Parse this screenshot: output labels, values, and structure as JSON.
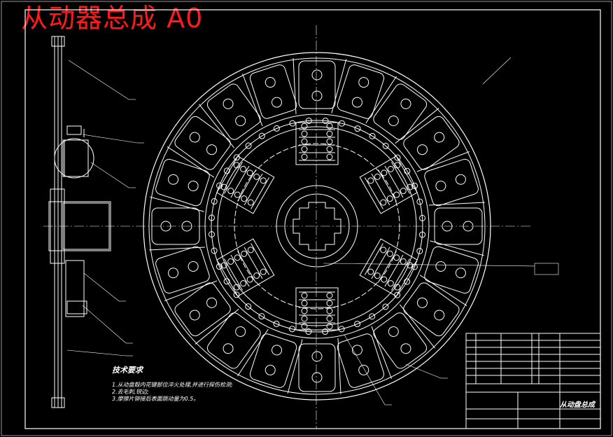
{
  "title": "从动器总成 A0",
  "technical_requirements": {
    "heading": "技术要求",
    "items": [
      "1.从动盘毂内花键部位淬火处理,并进行探伤检测;",
      "2.去毛刺,锐边;",
      "3.摩擦片铆接后表面跳动量为0.5。"
    ]
  },
  "title_block": {
    "drawing_name": "从动盘总成"
  },
  "colors": {
    "title": "#ff1a1a",
    "lines": "#ffffff",
    "background": "#000000"
  }
}
